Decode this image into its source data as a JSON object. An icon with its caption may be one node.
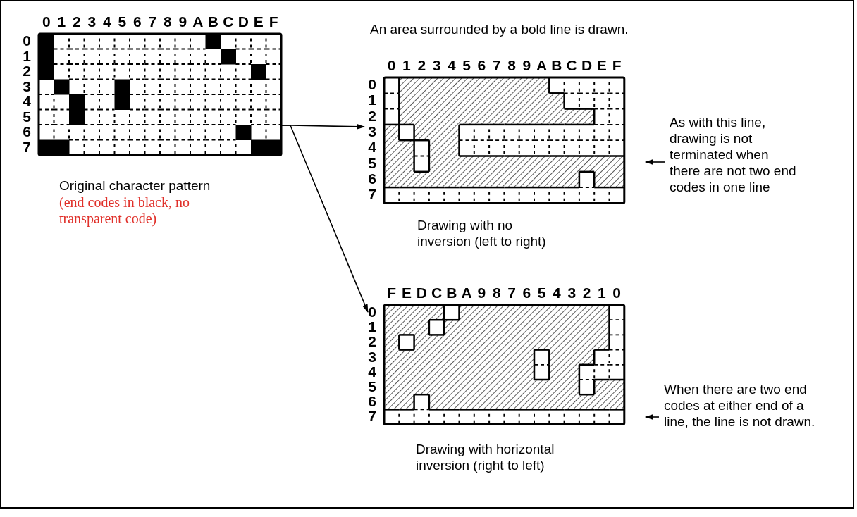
{
  "diagram": {
    "nodes": [
      {
        "text": [],
        "shape": "box",
        "beside": [
          "Original character pattern",
          "(end codes in black, no transparent code)"
        ]
      },
      {
        "text": [],
        "shape": "box",
        "beside": [
          "Drawing with no inversion (left to right)"
        ]
      },
      {
        "text": [],
        "shape": "box",
        "beside": [
          "Drawing with horizontal inversion (right to left)"
        ]
      },
      {
        "text": [
          "As with this line, drawing is not terminated when there are not two end codes in one line"
        ]
      },
      {
        "text": [
          "When there are two end codes at either end of a line, the line is not drawn."
        ]
      }
    ],
    "edges": [
      {
        "from": 0,
        "to": 1,
        "arrow": "to"
      },
      {
        "from": 0,
        "to": 2,
        "arrow": "to"
      },
      {
        "from": 3,
        "to": 1,
        "arrow": "to"
      },
      {
        "from": 4,
        "to": 2,
        "arrow": "to"
      }
    ],
    "labels": [
      "0",
      "1",
      "2",
      "3",
      "4",
      "5",
      "6",
      "7",
      "8",
      "9",
      "A",
      "B",
      "C",
      "D",
      "E",
      "F",
      "0",
      "1",
      "2",
      "3",
      "4",
      "5",
      "6",
      "7",
      "An area surrounded by a bold line is drawn.",
      "0",
      "1",
      "2",
      "3",
      "4",
      "5",
      "6",
      "7",
      "8",
      "9",
      "A",
      "B",
      "C",
      "D",
      "E",
      "F",
      "0",
      "1",
      "2",
      "3",
      "4",
      "5",
      "6",
      "7",
      "F",
      "E",
      "D",
      "C",
      "B",
      "A",
      "9",
      "8",
      "7",
      "6",
      "5",
      "4",
      "3",
      "2",
      "1",
      "0",
      "0",
      "1",
      "2",
      "3",
      "4",
      "5",
      "6",
      "7"
    ]
  }
}
